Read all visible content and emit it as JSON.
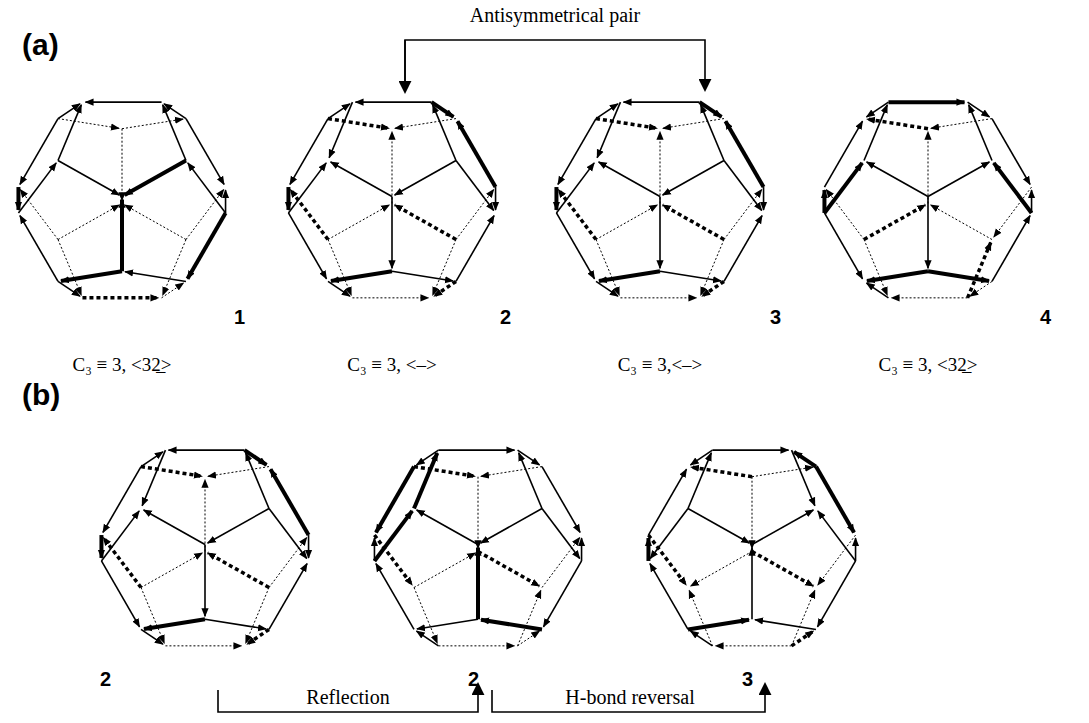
{
  "diagram": {
    "labels": [
      "(a)",
      "Antisymmetrical pair",
      "1",
      "2",
      "3",
      "4",
      "C₃ ≡ 3, <32̲>",
      "C₃ ≡ 3, <–>",
      "C₃ ≡ 3,<–>",
      "C₃ ≡ 3, <32̲>",
      "(b)",
      "2",
      "2",
      "3",
      "Reflection",
      "H-bond reversal"
    ]
  }
}
